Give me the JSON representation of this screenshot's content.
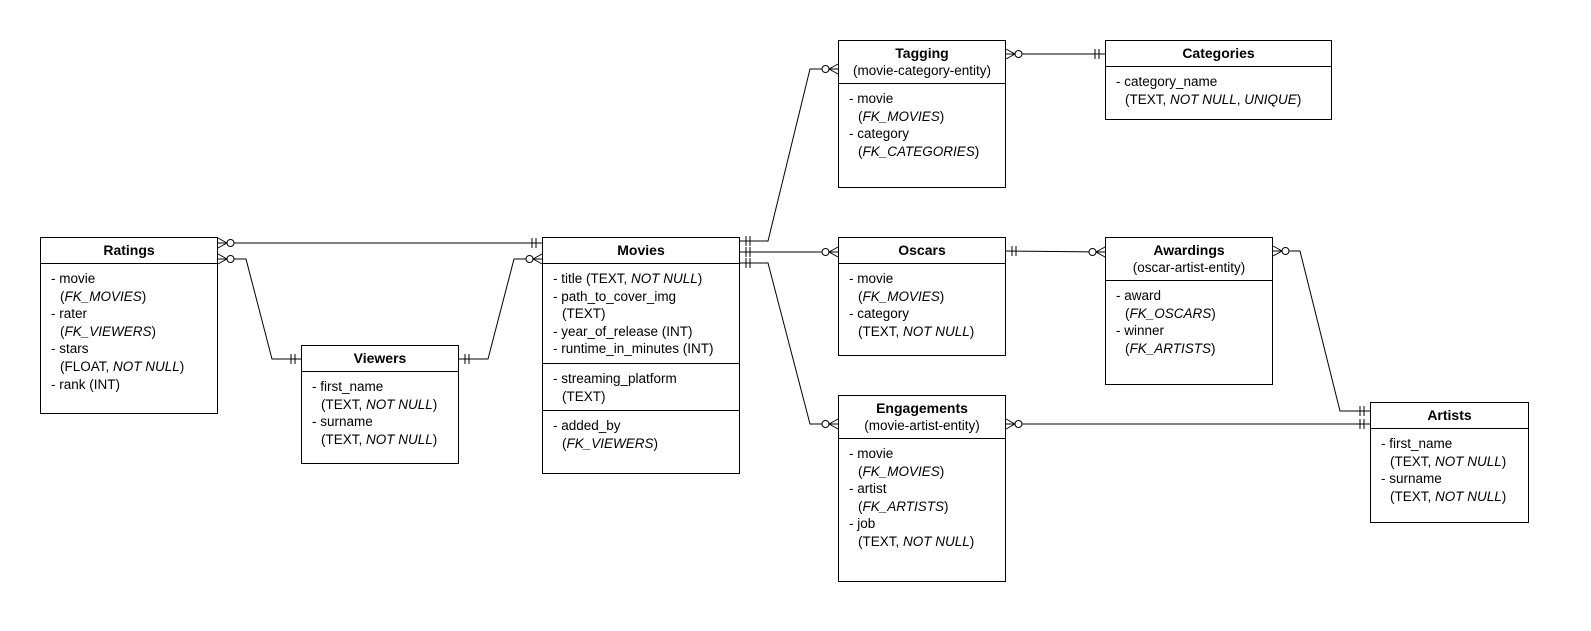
{
  "entities": {
    "ratings": {
      "name": "Ratings",
      "sections": [
        [
          {
            "l1": "- movie",
            "l2": [
              "(",
              {
                "i": "FK_MOVIES"
              },
              ")"
            ]
          },
          {
            "l1": "- rater",
            "l2": [
              "(",
              {
                "i": "FK_VIEWERS"
              },
              ")"
            ]
          },
          {
            "l1": "- stars",
            "l2": [
              "(FLOAT, ",
              {
                "i": "NOT NULL"
              },
              ")"
            ]
          },
          {
            "l1": "- rank (INT)"
          }
        ]
      ]
    },
    "viewers": {
      "name": "Viewers",
      "sections": [
        [
          {
            "l1": "- first_name",
            "l2": [
              "(TEXT, ",
              {
                "i": "NOT NULL"
              },
              ")"
            ]
          },
          {
            "l1": "- surname",
            "l2": [
              "(TEXT, ",
              {
                "i": "NOT NULL"
              },
              ")"
            ]
          }
        ]
      ]
    },
    "movies": {
      "name": "Movies",
      "sections": [
        [
          {
            "l1": [
              "- title (TEXT, ",
              {
                "i": "NOT NULL"
              },
              ")"
            ]
          },
          {
            "l1": "- path_to_cover_img",
            "l2": [
              "(TEXT)"
            ]
          },
          {
            "l1": "- year_of_release (INT)"
          },
          {
            "l1": "- runtime_in_minutes (INT)"
          }
        ],
        [
          {
            "l1": "- streaming_platform",
            "l2": [
              "(TEXT)"
            ]
          }
        ],
        [
          {
            "l1": "- added_by",
            "l2": [
              "(",
              {
                "i": "FK_VIEWERS"
              },
              ")"
            ]
          }
        ]
      ]
    },
    "tagging": {
      "name": "Tagging",
      "subtitle": "(movie-category-entity)",
      "sections": [
        [
          {
            "l1": "- movie",
            "l2": [
              "(",
              {
                "i": "FK_MOVIES"
              },
              ")"
            ]
          },
          {
            "l1": "- category",
            "l2": [
              "(",
              {
                "i": "FK_CATEGORIES"
              },
              ")"
            ]
          }
        ]
      ]
    },
    "categories": {
      "name": "Categories",
      "sections": [
        [
          {
            "l1": "- category_name",
            "l2": [
              "(TEXT, ",
              {
                "i": "NOT NULL"
              },
              ", ",
              {
                "i": "UNIQUE"
              },
              ")"
            ]
          }
        ]
      ]
    },
    "oscars": {
      "name": "Oscars",
      "sections": [
        [
          {
            "l1": "- movie",
            "l2": [
              "(",
              {
                "i": "FK_MOVIES"
              },
              ")"
            ]
          },
          {
            "l1": "- category",
            "l2": [
              "(TEXT, ",
              {
                "i": "NOT NULL"
              },
              ")"
            ]
          }
        ]
      ]
    },
    "awardings": {
      "name": "Awardings",
      "subtitle": "(oscar-artist-entity)",
      "sections": [
        [
          {
            "l1": "- award",
            "l2": [
              "(",
              {
                "i": "FK_OSCARS"
              },
              ")"
            ]
          },
          {
            "l1": "- winner",
            "l2": [
              "(",
              {
                "i": "FK_ARTISTS"
              },
              ")"
            ]
          }
        ]
      ]
    },
    "engagements": {
      "name": "Engagements",
      "subtitle": "(movie-artist-entity)",
      "sections": [
        [
          {
            "l1": "- movie",
            "l2": [
              "(",
              {
                "i": "FK_MOVIES"
              },
              ")"
            ]
          },
          {
            "l1": "- artist",
            "l2": [
              "(",
              {
                "i": "FK_ARTISTS"
              },
              ")"
            ]
          },
          {
            "l1": "- job",
            "l2": [
              "(TEXT, ",
              {
                "i": "NOT NULL"
              },
              ")"
            ]
          }
        ]
      ]
    },
    "artists": {
      "name": "Artists",
      "sections": [
        [
          {
            "l1": "- first_name",
            "l2": [
              "(TEXT, ",
              {
                "i": "NOT NULL"
              },
              ")"
            ]
          },
          {
            "l1": "- surname",
            "l2": [
              "(TEXT, ",
              {
                "i": "NOT NULL"
              },
              ")"
            ]
          }
        ]
      ]
    }
  },
  "relationships": [
    {
      "from": "ratings",
      "from_end": "many-optional",
      "to": "movies",
      "to_end": "one-mandatory"
    },
    {
      "from": "ratings",
      "from_end": "many-optional",
      "to": "viewers",
      "to_end": "one-mandatory"
    },
    {
      "from": "viewers",
      "from_end": "one-mandatory",
      "to": "movies",
      "to_end": "many-optional"
    },
    {
      "from": "movies",
      "from_end": "one-mandatory",
      "to": "tagging",
      "to_end": "many-optional"
    },
    {
      "from": "tagging",
      "from_end": "many-optional",
      "to": "categories",
      "to_end": "one-mandatory"
    },
    {
      "from": "movies",
      "from_end": "one-mandatory",
      "to": "oscars",
      "to_end": "many-optional"
    },
    {
      "from": "oscars",
      "from_end": "one-mandatory",
      "to": "awardings",
      "to_end": "many-optional"
    },
    {
      "from": "awardings",
      "from_end": "many-optional",
      "to": "artists",
      "to_end": "one-mandatory"
    },
    {
      "from": "movies",
      "from_end": "one-mandatory",
      "to": "engagements",
      "to_end": "many-optional"
    },
    {
      "from": "engagements",
      "from_end": "many-optional",
      "to": "artists",
      "to_end": "one-mandatory"
    }
  ]
}
